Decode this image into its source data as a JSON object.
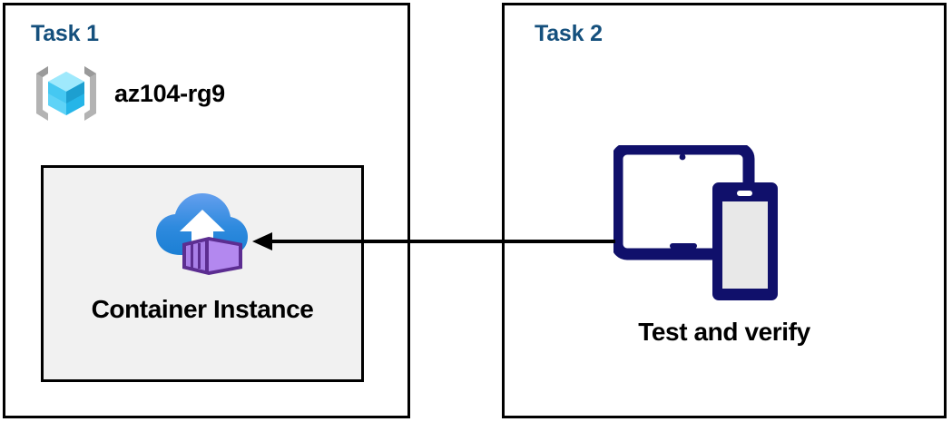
{
  "diagram": {
    "title": "Azure Container Instance task diagram",
    "background": "#ffffff",
    "panels": [
      {
        "key": "task1",
        "title": "Task 1",
        "title_color": "#15507d",
        "resource_group": {
          "icon": "resource-group-icon",
          "label": "az104-rg9"
        },
        "resource": {
          "icon": "container-instance-icon",
          "label": "Container Instance",
          "box_fill": "#f1f1f1",
          "box_border": "#000000"
        }
      },
      {
        "key": "task2",
        "title": "Task 2",
        "title_color": "#15507d",
        "step": {
          "icon": "devices-tablet-phone-icon",
          "label": "Test and verify",
          "icon_color": "#10106b"
        }
      }
    ],
    "connector": {
      "name": "arrow-task2-to-container-instance",
      "direction": "right-to-left",
      "color": "#000000",
      "from": "Test and verify",
      "to": "Container Instance"
    },
    "palette": {
      "title_blue": "#15507d",
      "panel_border": "#000000",
      "box_fill": "#f1f1f1",
      "rg_cube_light": "#86e1fb",
      "rg_cube_mid": "#32c5f4",
      "rg_cube_dark": "#1d9fd0",
      "rg_bracket": "#a8a8a8",
      "cloud_top": "#5b9bec",
      "cloud_bottom": "#1b82d8",
      "container_outline": "#5c2d91",
      "container_face": "#b388ef",
      "container_front": "#a97fe8",
      "device_navy": "#10106b",
      "phone_screen": "#e8e8e8"
    }
  }
}
